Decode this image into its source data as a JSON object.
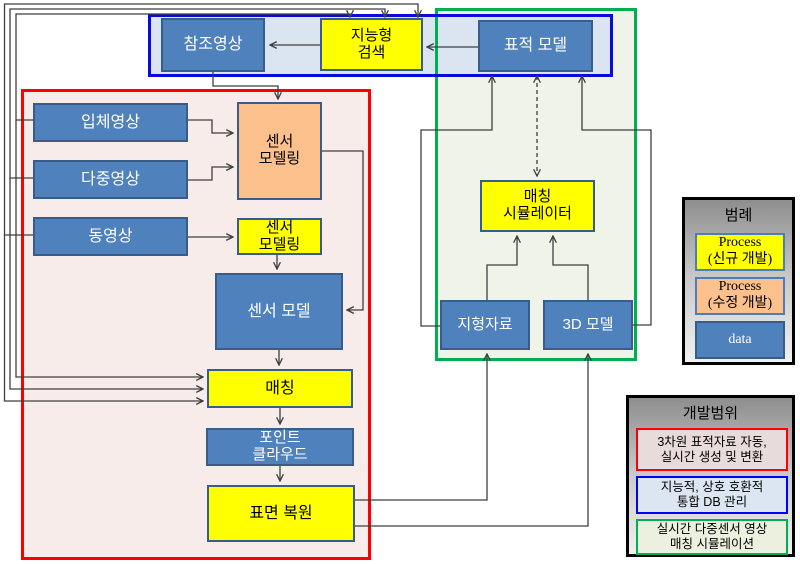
{
  "boxes": {
    "reference_image": "참조영상",
    "intelligent_search": "지능형\n검색",
    "target_model": "표적 모델",
    "stereo_image": "입체영상",
    "multi_image": "다중영상",
    "video_image": "동영상",
    "sensor_modeling_modified": "센서\n모델링",
    "sensor_modeling_new": "센서\n모델링",
    "sensor_model": "센서 모델",
    "matching": "매칭",
    "point_cloud": "포인트\n클라우드",
    "surface_reconstruction": "표면 복원",
    "matching_simulator": "매칭\n시뮬레이터",
    "terrain_data": "지형자료",
    "model_3d": "3D 모델"
  },
  "legend": {
    "title": "범례",
    "items": [
      {
        "label": "Process\n(신규 개발)"
      },
      {
        "label": "Process\n(수정 개발)"
      },
      {
        "label": "data"
      }
    ]
  },
  "scope": {
    "title": "개발범위",
    "items": [
      {
        "label": "3차원 표적자료 자동,\n실시간 생성 및 변환"
      },
      {
        "label": "지능적, 상호 호환적\n통합 DB 관리"
      },
      {
        "label": "실시간 다중센서 영상\n매칭 시뮬레이션"
      }
    ]
  },
  "colors": {
    "process_new": "#ffff00",
    "process_modified": "#fbc08c",
    "data_box": "#4f81bd",
    "red_group_border": "#ff0000",
    "blue_group_border": "#0a0adf",
    "green_group_border": "#00b050",
    "connector": "#3f3f3f"
  }
}
